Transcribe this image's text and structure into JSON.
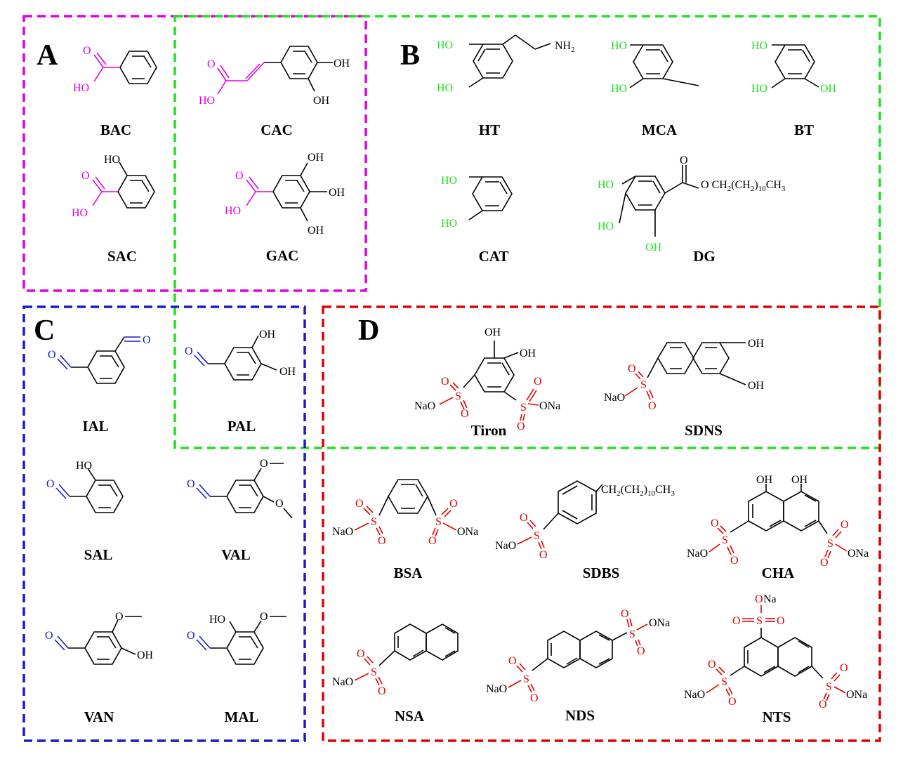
{
  "panels": {
    "A": "A",
    "B": "B",
    "C": "C",
    "D": "D"
  },
  "colors": {
    "panel_A": "#e100e1",
    "panel_B": "#22e022",
    "panel_C": "#1a1acc",
    "panel_D": "#e00000",
    "bonds": "#000000"
  },
  "compounds": {
    "BAC": "BAC",
    "CAC": "CAC",
    "SAC": "SAC",
    "GAC": "GAC",
    "HT": "HT",
    "MCA": "MCA",
    "BT": "BT",
    "CAT": "CAT",
    "DG": "DG",
    "IAL": "IAL",
    "PAL": "PAL",
    "SAL": "SAL",
    "VAL": "VAL",
    "VAN": "VAN",
    "MAL": "MAL",
    "Tiron": "Tiron",
    "SDNS": "SDNS",
    "BSA": "BSA",
    "SDBS": "SDBS",
    "CHA": "CHA",
    "NSA": "NSA",
    "NDS": "NDS",
    "NTS": "NTS"
  },
  "atoms": {
    "OH": "OH",
    "HO": "HO",
    "O": "O",
    "S": "S",
    "NaO": "NaO",
    "ONa": "ONa",
    "NH2": "NH",
    "NH2_sub": "2",
    "OCH3_bond": "O",
    "dg_chain": "O CH2(CH2)10CH3",
    "ch2": "CH",
    "ch2_sub": "2",
    "ch2_paren": "(CH",
    "ch2_paren_close": ")",
    "ten_sub": "10",
    "ch3": "CH",
    "ch3_sub": "3"
  }
}
